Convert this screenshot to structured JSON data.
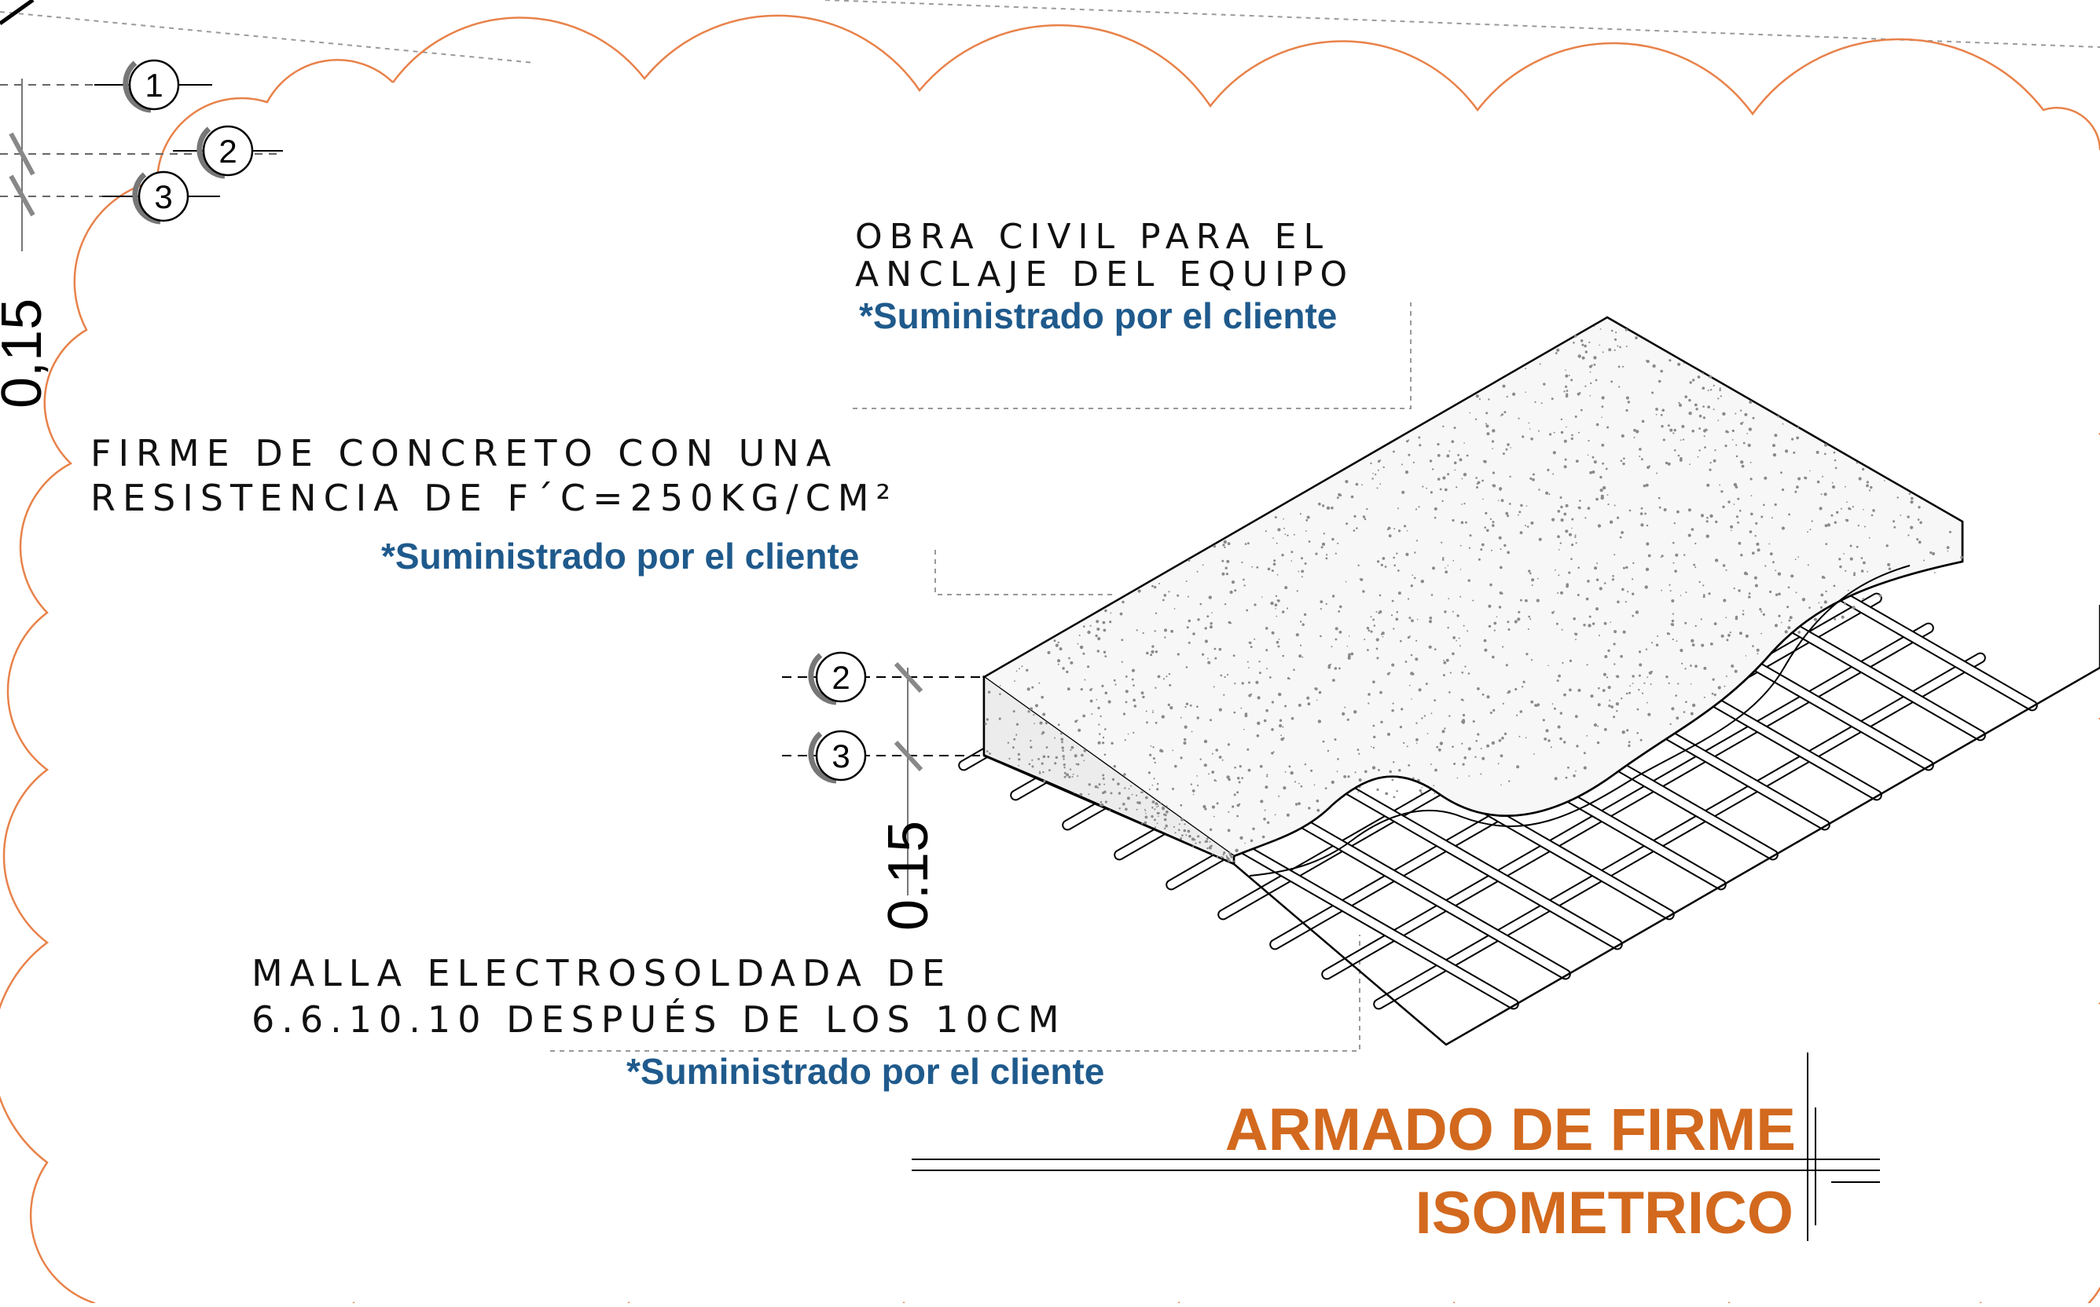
{
  "notes": {
    "obra_line1": "OBRA CIVIL PARA EL",
    "obra_line2": "ANCLAJE DEL EQUIPO",
    "obra_supply": "*Suministrado por el cliente",
    "firme_line1": "FIRME DE CONCRETO CON UNA",
    "firme_line2": "RESISTENCIA DE F´C=250KG/CM²",
    "firme_supply": "*Suministrado por el cliente",
    "malla_line1": "MALLA ELECTROSOLDADA DE",
    "malla_line2": "6.6.10.10 DESPUÉS DE LOS 10CM",
    "malla_supply": "*Suministrado por el cliente"
  },
  "dimensions": {
    "left_thickness": "0,15",
    "center_thickness": "0.15"
  },
  "level_markers": {
    "left": [
      "1",
      "2",
      "3"
    ],
    "center": [
      "2",
      "3"
    ]
  },
  "title_block": {
    "title": "ARMADO DE FIRME",
    "subtitle": "ISOMETRICO"
  },
  "colors": {
    "revision_cloud": "#e8824a",
    "title": "#d2691e",
    "supply_note": "#1f5a8c",
    "linework": "#000000"
  }
}
